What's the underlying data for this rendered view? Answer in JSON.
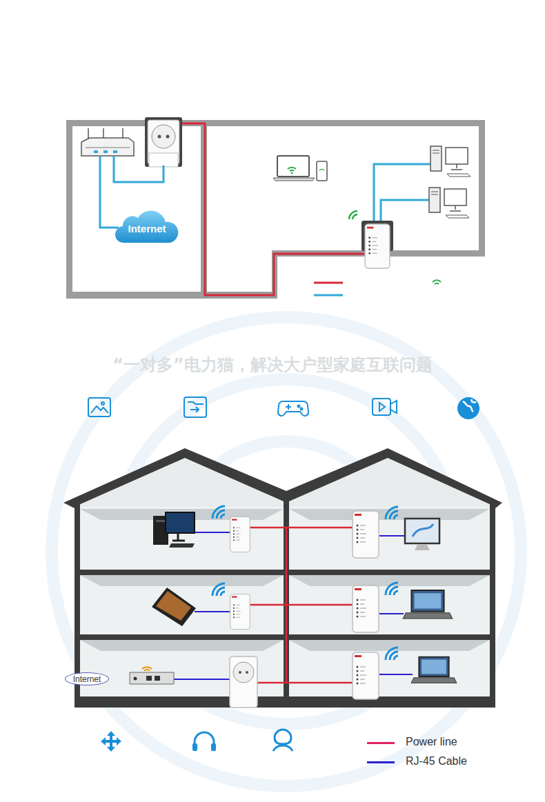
{
  "diagram": {
    "nodes": [
      {
        "text": [
          "Internet"
        ]
      },
      {
        "text": [
          "Internet"
        ]
      }
    ],
    "labels": [
      "“一对多”电力猫，解决大户型家庭互联问题"
    ],
    "legend": [
      {
        "text": "Power line",
        "color": "#e0245e"
      },
      {
        "text": "RJ-45 Cable",
        "color": "#2a1fd1"
      }
    ]
  }
}
